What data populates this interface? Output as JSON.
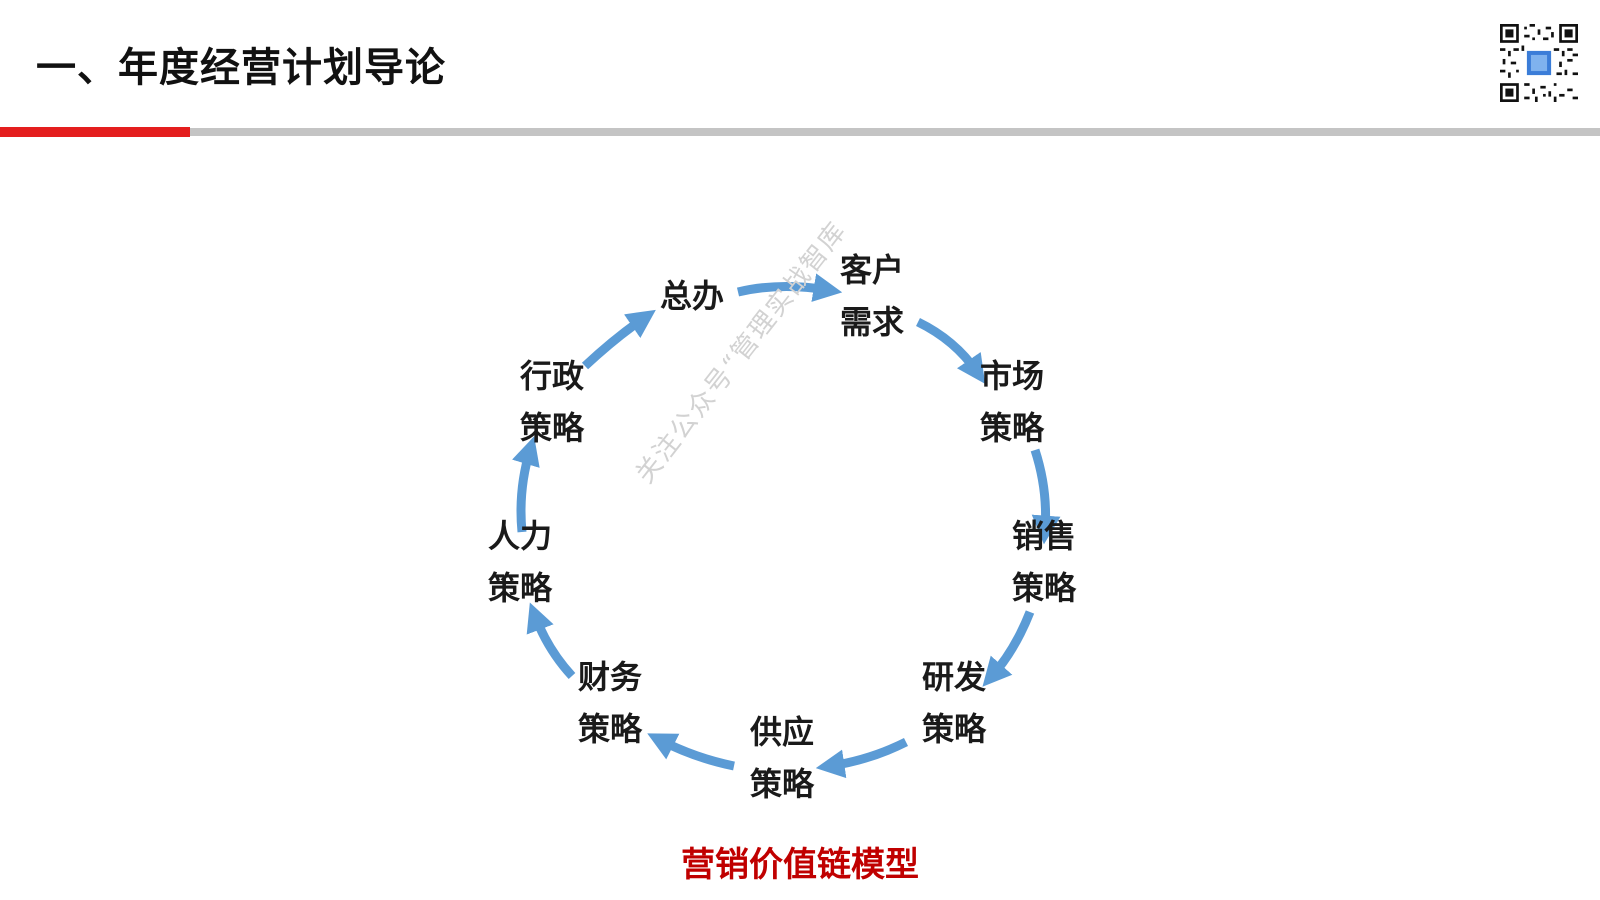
{
  "title": "一、年度经营计划导论",
  "watermark": "关注公众号“管理实战智库",
  "caption": "营销价值链模型",
  "colors": {
    "accent_red": "#e41e1e",
    "rule_gray": "#c4c4c4",
    "arrow_blue": "#5b9bd5",
    "caption_red": "#c00000"
  },
  "cycle": {
    "nodes": [
      {
        "line1": "客户",
        "line2": "需求"
      },
      {
        "line1": "市场",
        "line2": "策略"
      },
      {
        "line1": "销售",
        "line2": "策略"
      },
      {
        "line1": "研发",
        "line2": "策略"
      },
      {
        "line1": "供应",
        "line2": "策略"
      },
      {
        "line1": "财务",
        "line2": "策略"
      },
      {
        "line1": "人力",
        "line2": "策略"
      },
      {
        "line1": "行政",
        "line2": "策略"
      },
      {
        "line1": "总办",
        "line2": ""
      }
    ]
  },
  "icons": {
    "qr": "qr-code-icon",
    "arrow": "curved-arrow-icon"
  }
}
